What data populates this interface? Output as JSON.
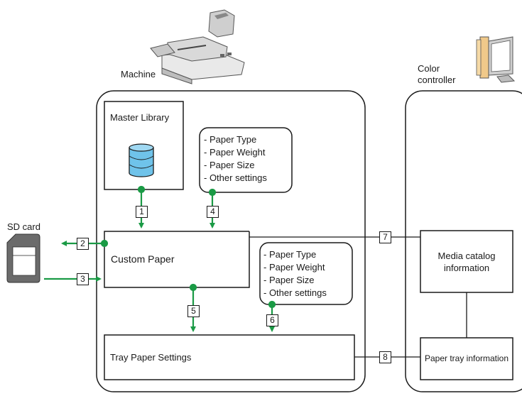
{
  "labels": {
    "machine": "Machine",
    "color_controller": [
      "Color",
      "controller"
    ],
    "sd_card": "SD card"
  },
  "boxes": {
    "master_library": "Master Library",
    "custom_paper": "Custom Paper",
    "tray_paper_settings": "Tray Paper Settings",
    "media_catalog": [
      "Media catalog",
      "information"
    ],
    "paper_tray_info": "Paper tray information"
  },
  "settings_list_1": [
    "- Paper Type",
    "- Paper Weight",
    "- Paper Size",
    "- Other settings"
  ],
  "settings_list_2": [
    "- Paper Type",
    "- Paper Weight",
    "- Paper Size",
    "- Other settings"
  ],
  "steps": [
    "1",
    "2",
    "3",
    "4",
    "5",
    "6",
    "7",
    "8"
  ],
  "colors": {
    "arrow": "#1a9a45",
    "database": "#6fc3ea",
    "line": "#1a1a1a"
  },
  "icons": [
    "printer-machine-icon",
    "computer-icon",
    "sd-card-icon",
    "database-icon"
  ]
}
